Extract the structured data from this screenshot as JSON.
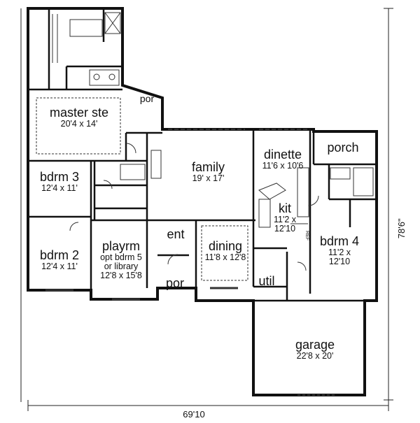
{
  "plan": {
    "dimensions": {
      "width": "69'10",
      "depth": "78'6\""
    },
    "rooms": {
      "master": {
        "name": "master ste",
        "size": "20'4 x 14'"
      },
      "por_top": {
        "name": "por"
      },
      "bdrm3": {
        "name": "bdrm 3",
        "size": "12'4 x 11'"
      },
      "bdrm2": {
        "name": "bdrm 2",
        "size": "12'4 x 11'"
      },
      "family": {
        "name": "family",
        "size": "19' x 17'"
      },
      "dinette": {
        "name": "dinette",
        "size": "11'6 x 10'6"
      },
      "porch": {
        "name": "porch"
      },
      "kit": {
        "name": "kit",
        "size_line1": "11'2 x",
        "size_line2": "12'10"
      },
      "bdrm4": {
        "name": "bdrm 4",
        "size_line1": "11'2 x",
        "size_line2": "12'10"
      },
      "playrm": {
        "name": "playrm",
        "line1": "opt bdrm 5",
        "line2": "or library",
        "size": "12'8 x 15'8"
      },
      "ent": {
        "name": "ent"
      },
      "por_front": {
        "name": "por"
      },
      "dining": {
        "name": "dining",
        "size": "11'8 x 12'8"
      },
      "util": {
        "name": "util"
      },
      "garage": {
        "name": "garage",
        "size": "22'8 x 20'"
      }
    },
    "fixtures": {
      "ref_label": "REF"
    }
  }
}
